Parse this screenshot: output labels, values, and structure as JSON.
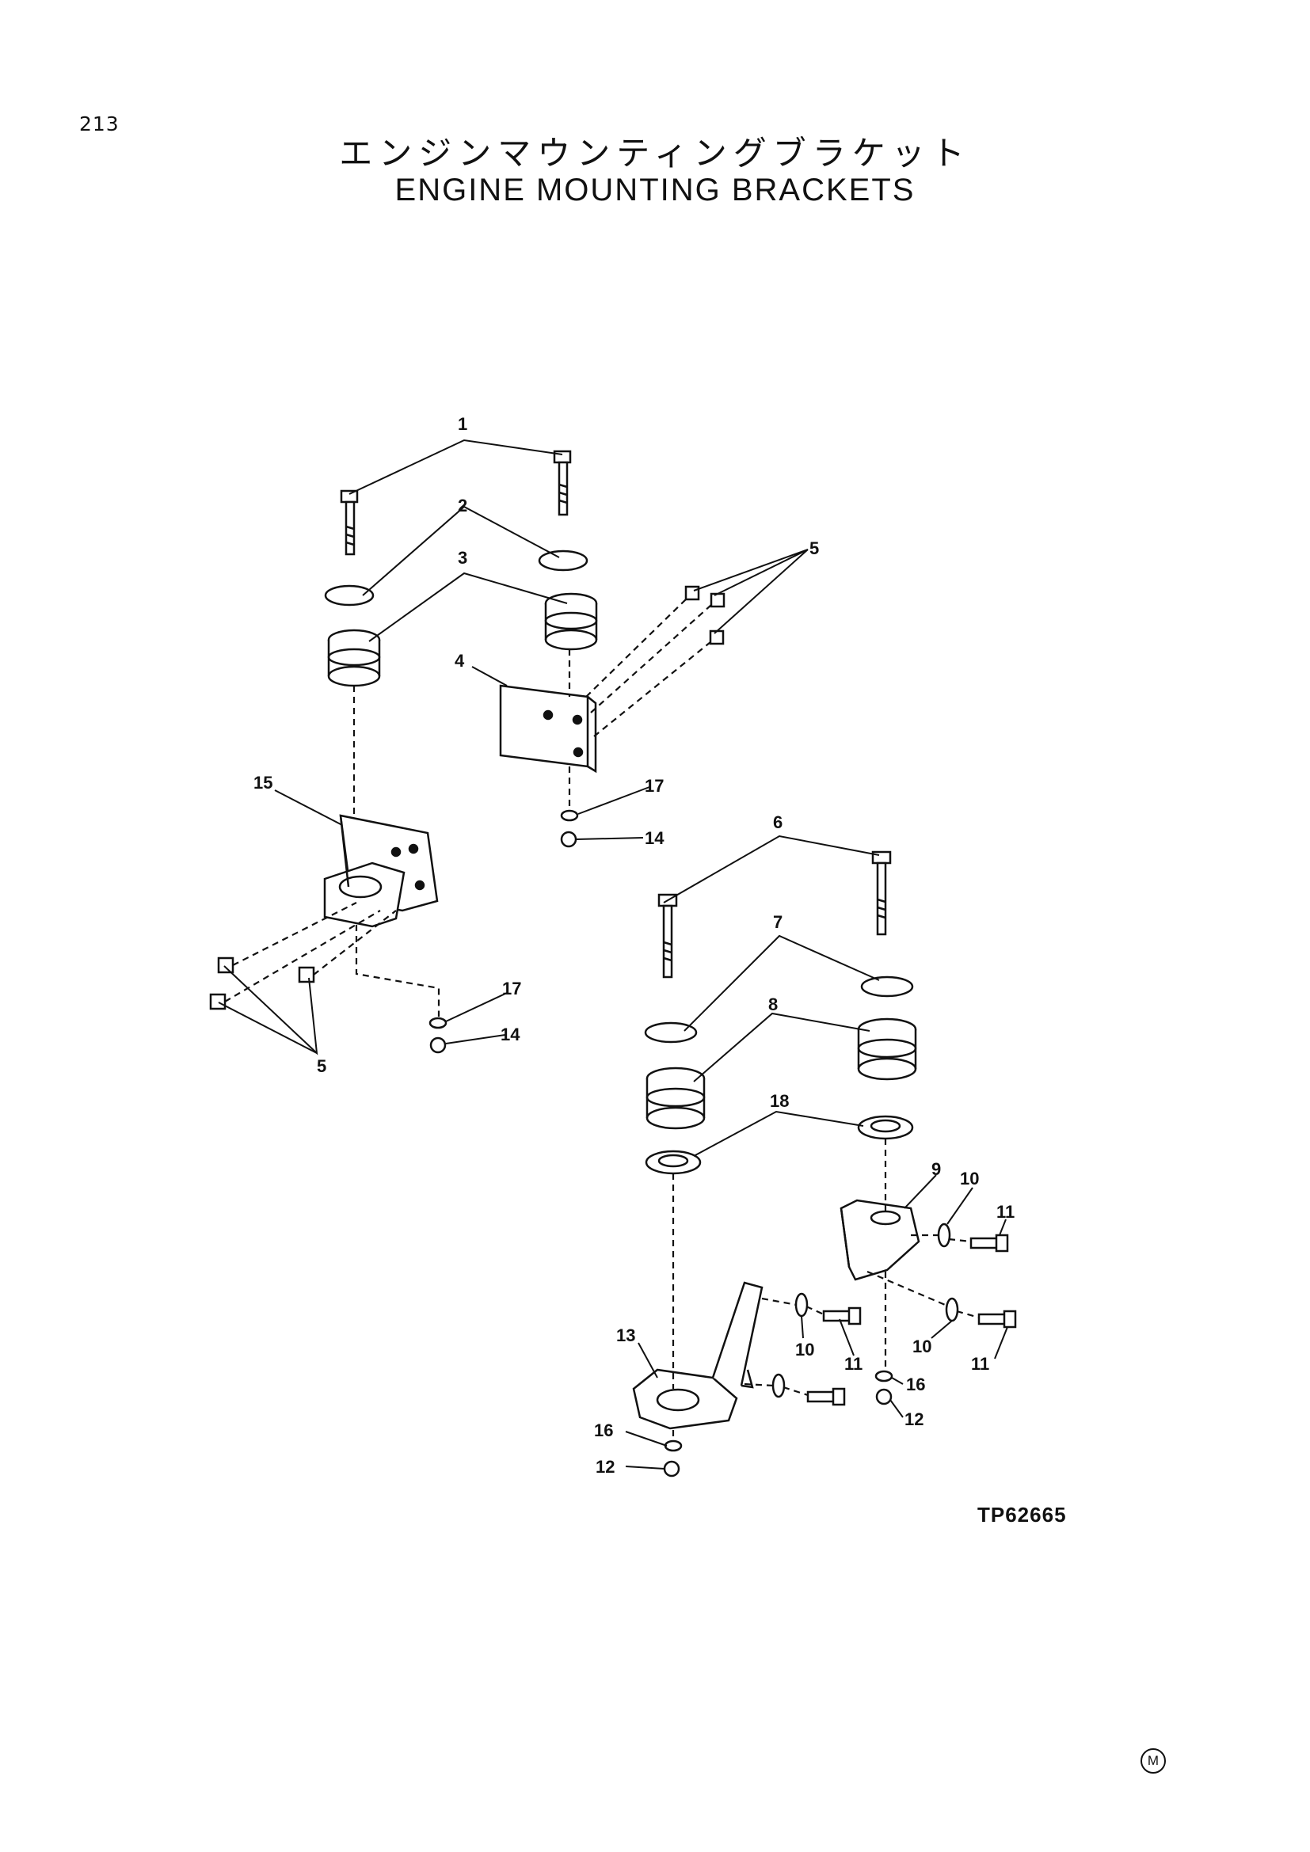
{
  "page_number": "213",
  "title_jp": "エンジンマウンティングブラケット",
  "title_en": "ENGINE MOUNTING BRACKETS",
  "figure_ref": "TP62665",
  "corner_mark": "M",
  "callouts": {
    "c1": "1",
    "c2": "2",
    "c3": "3",
    "c4": "4",
    "c5a": "5",
    "c5b": "5",
    "c6": "6",
    "c7": "7",
    "c8": "8",
    "c9": "9",
    "c10a": "10",
    "c10b": "10",
    "c10c": "10",
    "c11a": "11",
    "c11b": "11",
    "c11c": "11",
    "c12a": "12",
    "c12b": "12",
    "c13": "13",
    "c14a": "14",
    "c14b": "14",
    "c15": "15",
    "c16a": "16",
    "c16b": "16",
    "c17a": "17",
    "c17b": "17",
    "c18": "18"
  }
}
